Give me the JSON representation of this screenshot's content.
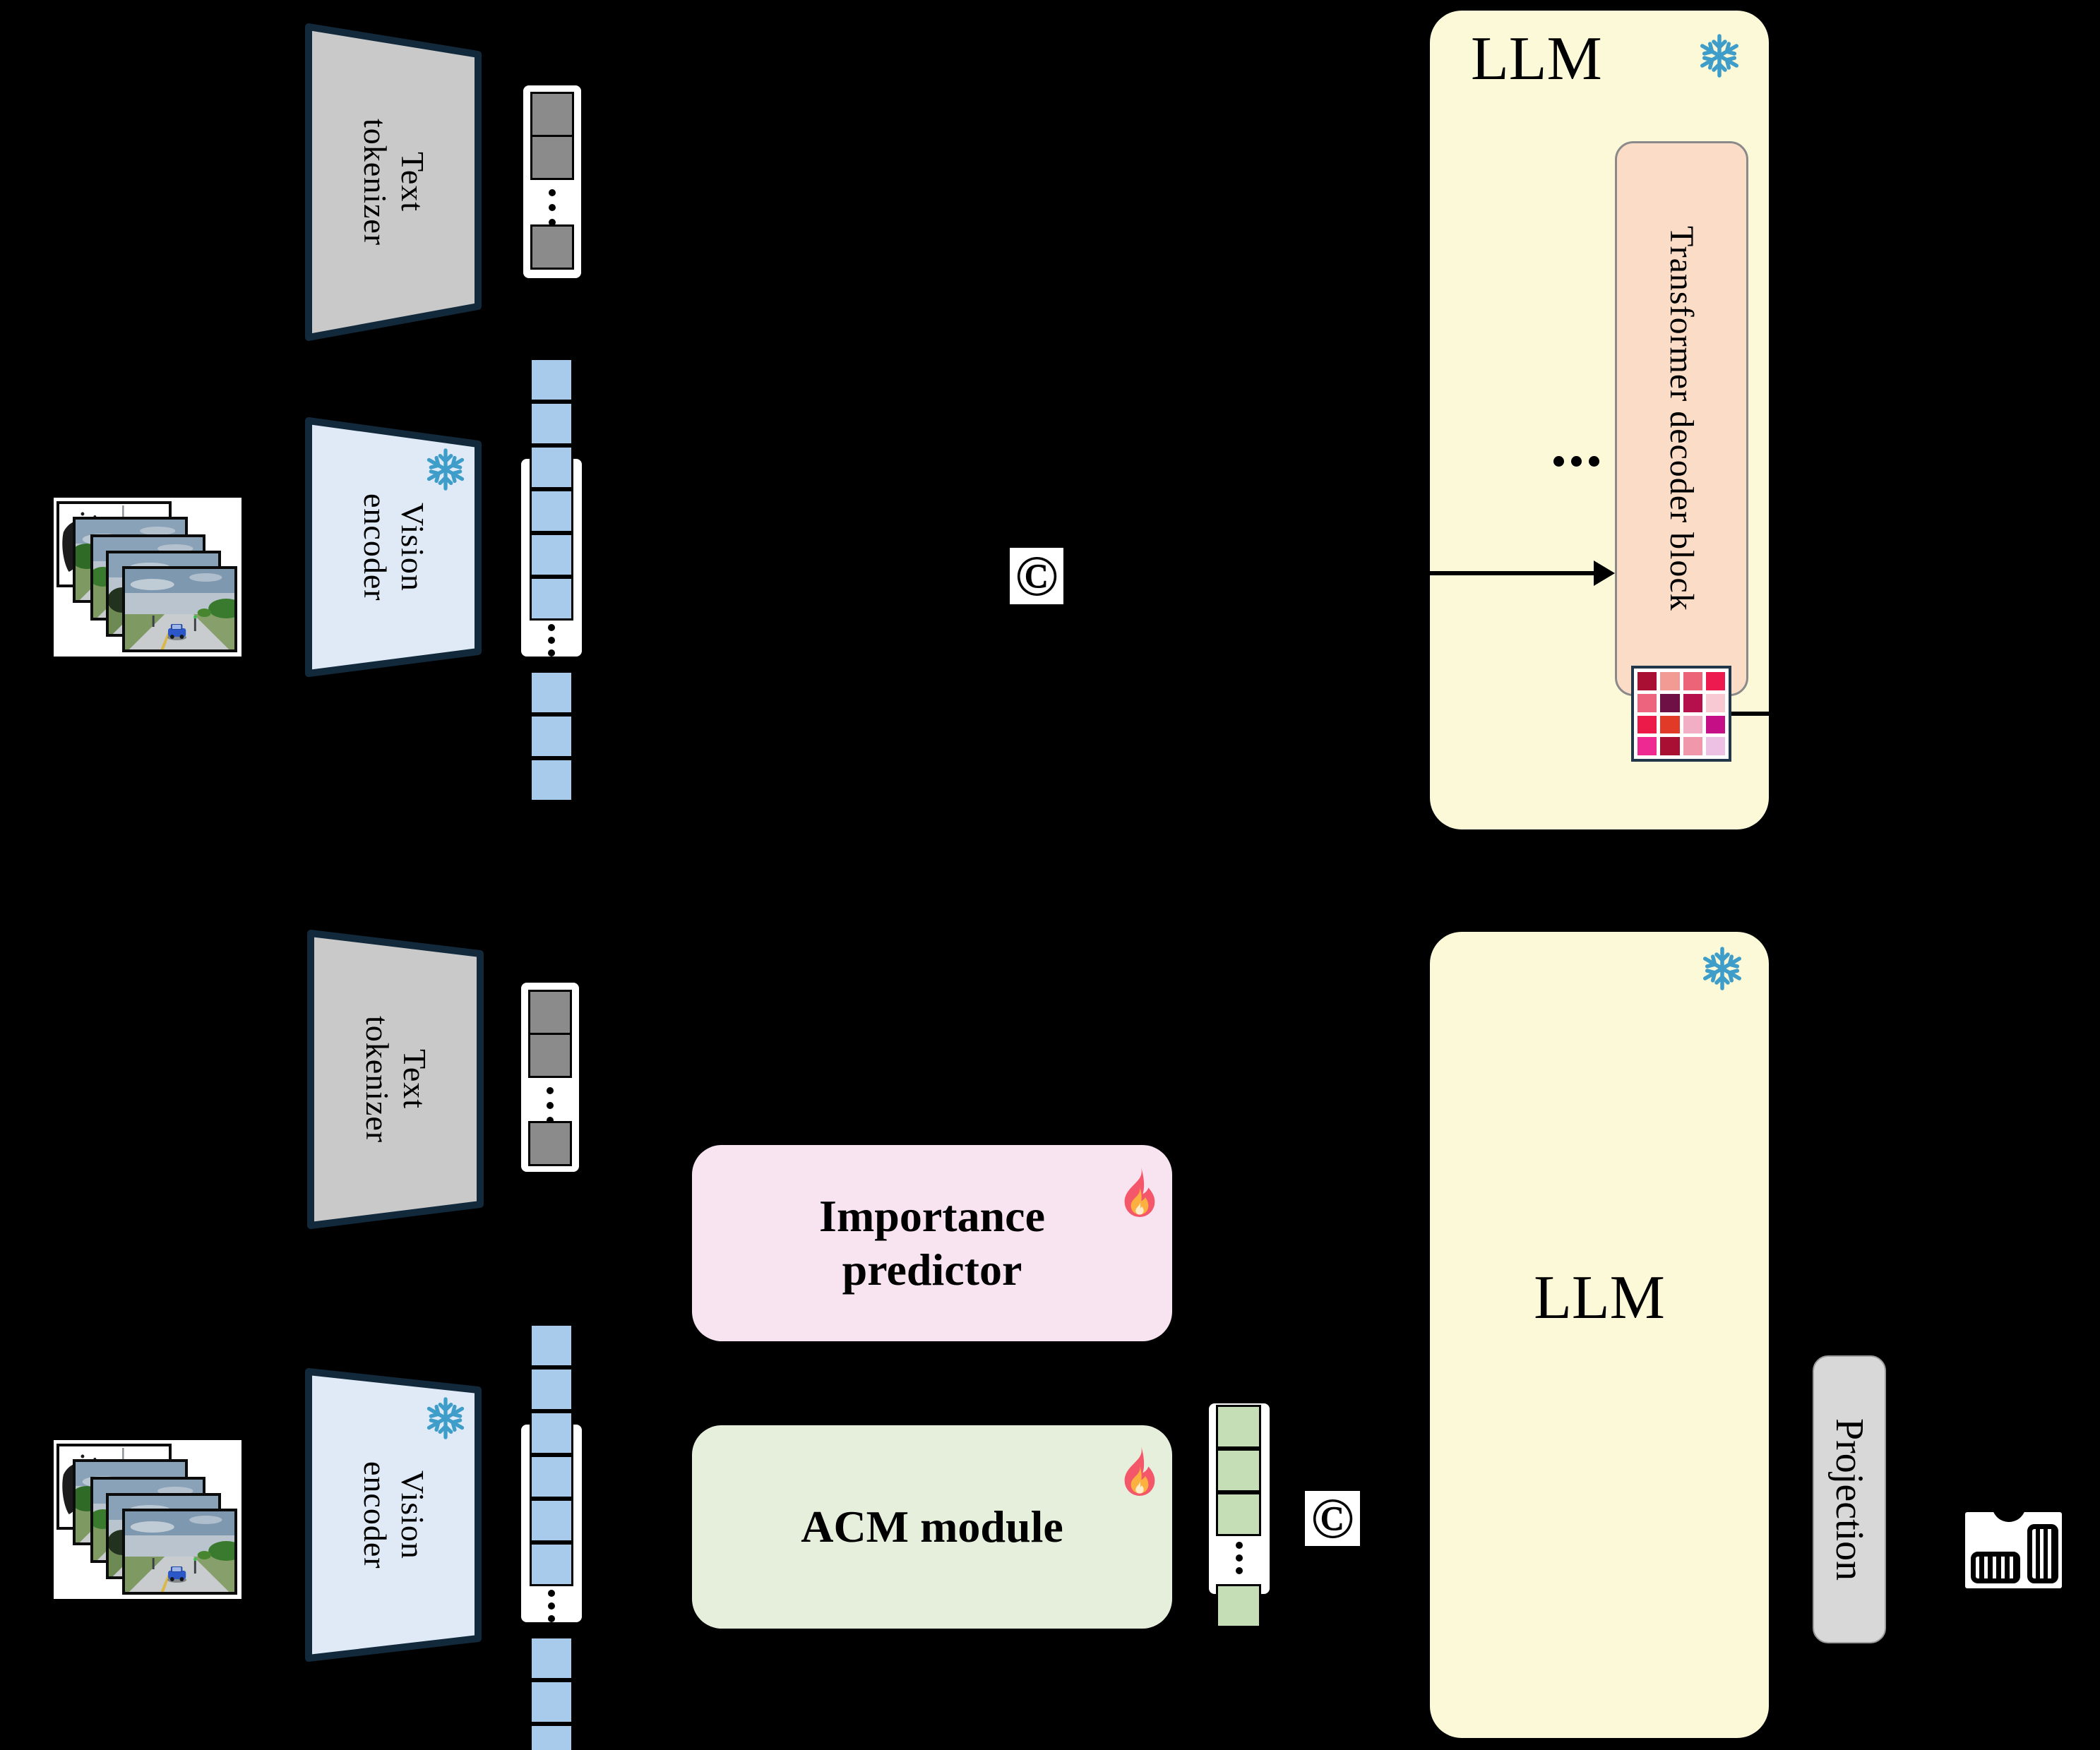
{
  "top_pipeline": {
    "text_tokenizer_label": "Text tokenizer",
    "vision_encoder_label": "Vision encoder",
    "concat_symbol": "©",
    "llm_label": "LLM",
    "llm_ellipsis": "…",
    "decoder_block_label": "Transformer decoder block"
  },
  "bottom_pipeline": {
    "text_tokenizer_label": "Text tokenizer",
    "vision_encoder_label": "Vision encoder",
    "importance_predictor_label": "Importance predictor",
    "acm_module_label": "ACM module",
    "concat_symbol": "©",
    "llm_label": "LLM",
    "projection_label": "Projection"
  },
  "icons": {
    "frozen": "snowflake-icon",
    "trainable": "fire-icon",
    "concat": "circled-c-concatenation",
    "video_input": "stacked-driving-frames",
    "output": "accelerator-brake-pedals-icon"
  },
  "colors": {
    "background": "#000000",
    "tokenizer_fill": "#c9c9c9",
    "encoder_fill": "#dfeaf6",
    "trapezoid_border": "#12293b",
    "text_token": "#8b8b8b",
    "vision_token": "#a9cbeb",
    "compressed_token": "#c5deb6",
    "llm_fill": "#fcf9d8",
    "decoder_fill": "#fbdcc6",
    "importance_fill": "#f8e3f0",
    "acm_fill": "#e6efdb",
    "projection_fill": "#d8d8d8",
    "snowflake": "#3f9ec9"
  },
  "attention_matrix": {
    "rows": 4,
    "cols": 4,
    "cells": [
      [
        "#a80f33",
        "#f29b94",
        "#ec6478",
        "#ec1a4e"
      ],
      [
        "#ec647d",
        "#6e1045",
        "#b5104b",
        "#f8c9d2"
      ],
      [
        "#ec1a49",
        "#e23a28",
        "#f2aec4",
        "#c40f87"
      ],
      [
        "#ee2a92",
        "#a80f33",
        "#f097ab",
        "#ecc1e4"
      ]
    ]
  }
}
